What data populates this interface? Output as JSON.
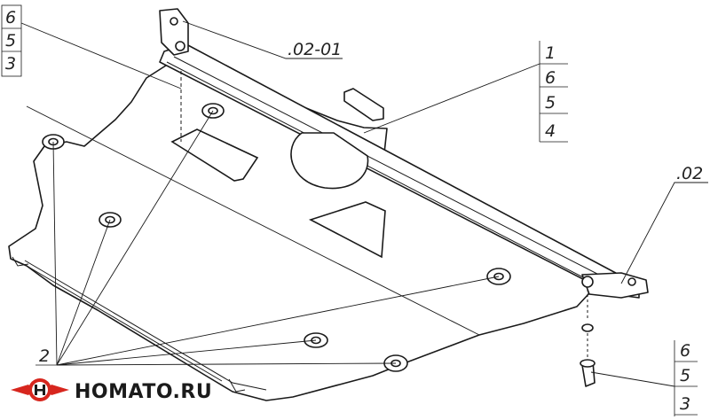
{
  "logo": {
    "text": "HOMATO.RU",
    "colors": {
      "red": "#d7261e",
      "dark": "#1b1b1b"
    }
  },
  "labels": {
    "top_left_stack": [
      "6",
      "5",
      "3"
    ],
    "part_0201": ".02-01",
    "right_stack": [
      "1",
      "6",
      "5",
      "4"
    ],
    "part_02": ".02",
    "fastener_stack": [
      "6",
      "5",
      "3"
    ],
    "bottom_left": "2"
  }
}
